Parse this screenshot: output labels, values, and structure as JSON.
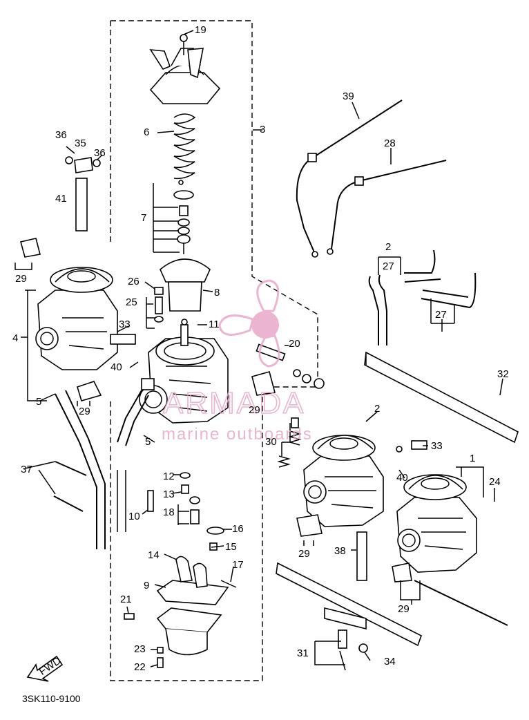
{
  "diagram": {
    "catalog_code": "3SK110-9100",
    "direction_label": "FWD",
    "watermark": {
      "brand": "ARMADA",
      "tagline": "marine outboards",
      "color": "#e8a7c8"
    },
    "callouts": [
      {
        "id": "1",
        "label": "1"
      },
      {
        "id": "2a",
        "label": "2"
      },
      {
        "id": "2b",
        "label": "2"
      },
      {
        "id": "3",
        "label": "3"
      },
      {
        "id": "4",
        "label": "4"
      },
      {
        "id": "5a",
        "label": "5"
      },
      {
        "id": "5b",
        "label": "5"
      },
      {
        "id": "6",
        "label": "6"
      },
      {
        "id": "7",
        "label": "7"
      },
      {
        "id": "8",
        "label": "8"
      },
      {
        "id": "9",
        "label": "9"
      },
      {
        "id": "10",
        "label": "10"
      },
      {
        "id": "11",
        "label": "11"
      },
      {
        "id": "12",
        "label": "12"
      },
      {
        "id": "13",
        "label": "13"
      },
      {
        "id": "14",
        "label": "14"
      },
      {
        "id": "15",
        "label": "15"
      },
      {
        "id": "16",
        "label": "16"
      },
      {
        "id": "17",
        "label": "17"
      },
      {
        "id": "18",
        "label": "18"
      },
      {
        "id": "19",
        "label": "19"
      },
      {
        "id": "20",
        "label": "20"
      },
      {
        "id": "21",
        "label": "21"
      },
      {
        "id": "22",
        "label": "22"
      },
      {
        "id": "23",
        "label": "23"
      },
      {
        "id": "24",
        "label": "24"
      },
      {
        "id": "25",
        "label": "25"
      },
      {
        "id": "26",
        "label": "26"
      },
      {
        "id": "27a",
        "label": "27"
      },
      {
        "id": "27b",
        "label": "27"
      },
      {
        "id": "28",
        "label": "28"
      },
      {
        "id": "29a",
        "label": "29"
      },
      {
        "id": "29b",
        "label": "29"
      },
      {
        "id": "29c",
        "label": "29"
      },
      {
        "id": "29d",
        "label": "29"
      },
      {
        "id": "29e",
        "label": "29"
      },
      {
        "id": "30",
        "label": "30"
      },
      {
        "id": "31",
        "label": "31"
      },
      {
        "id": "32",
        "label": "32"
      },
      {
        "id": "33a",
        "label": "33"
      },
      {
        "id": "33b",
        "label": "33"
      },
      {
        "id": "34",
        "label": "34"
      },
      {
        "id": "35",
        "label": "35"
      },
      {
        "id": "36a",
        "label": "36"
      },
      {
        "id": "36b",
        "label": "36"
      },
      {
        "id": "37",
        "label": "37"
      },
      {
        "id": "38",
        "label": "38"
      },
      {
        "id": "39",
        "label": "39"
      },
      {
        "id": "40a",
        "label": "40"
      },
      {
        "id": "40b",
        "label": "40"
      },
      {
        "id": "41",
        "label": "41"
      }
    ]
  }
}
